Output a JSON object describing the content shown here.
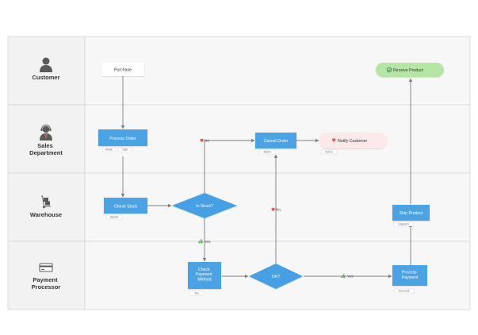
{
  "lanes": [
    {
      "id": "customer",
      "label_lines": [
        "Customer"
      ],
      "icon": "person-icon"
    },
    {
      "id": "sales",
      "label_lines": [
        "Sales",
        "Department"
      ],
      "icon": "headset-person-icon"
    },
    {
      "id": "warehouse",
      "label_lines": [
        "Warehouse"
      ],
      "icon": "hand-truck-icon"
    },
    {
      "id": "payment",
      "label_lines": [
        "Payment",
        "Processor"
      ],
      "icon": "credit-card-icon"
    }
  ],
  "nodes": {
    "purchase": {
      "label_lines": [
        "Purchase"
      ]
    },
    "process_order": {
      "label_lines": [
        "Process Order"
      ],
      "tags": [
        "Admin",
        "Task"
      ]
    },
    "check_stock": {
      "label_lines": [
        "Check Stock"
      ],
      "tags": [
        "Spanel"
      ]
    },
    "in_stock": {
      "label_lines": [
        "In Stock?"
      ]
    },
    "cancel_order": {
      "label_lines": [
        "Cancel Order"
      ],
      "tags": [
        "Admin"
      ]
    },
    "notify_customer": {
      "label_lines": [
        "Notify Customer"
      ],
      "tags": [
        "Action"
      ]
    },
    "check_payment": {
      "label_lines": [
        "Check",
        "Payment",
        "Method"
      ],
      "tags": [
        "Tax"
      ]
    },
    "ok": {
      "label_lines": [
        "OK?"
      ]
    },
    "process_payment": {
      "label_lines": [
        "Process",
        "Payment"
      ],
      "tags": [
        "Accounts"
      ]
    },
    "ship_product": {
      "label_lines": [
        "Ship Product"
      ],
      "tags": [
        "Dispatch"
      ]
    },
    "receive_product": {
      "label_lines": [
        "Receive Product"
      ]
    }
  },
  "edge_labels": {
    "no_stock": "No",
    "yes_stock": "Yes",
    "no_ok": "No",
    "yes_ok": "Yes"
  },
  "colors": {
    "task_blue": "#4ba3e3",
    "decision_blue": "#46a0e4",
    "end_green": "#b6e6a6",
    "notify_pink": "#fde8ea",
    "lane_header": "#f2f2f2",
    "lane_body": "#f7f7f7",
    "border": "#d6d6d6",
    "edge": "#7c7c7c",
    "no_heart": "#e05252",
    "yes_thumb": "#5cb85c"
  }
}
